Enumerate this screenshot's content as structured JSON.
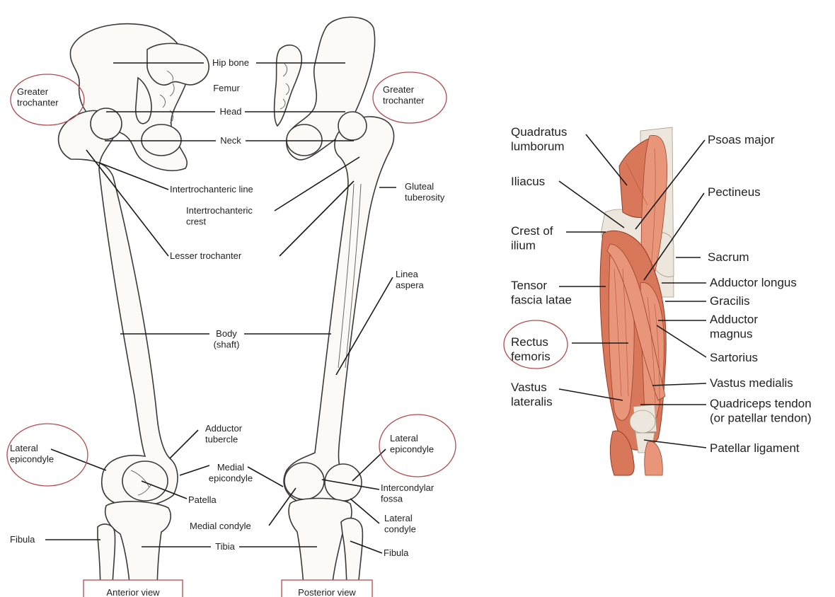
{
  "bones_figure": {
    "labels": {
      "hip_bone": "Hip bone",
      "femur": "Femur",
      "head": "Head",
      "neck": "Neck",
      "greater_trochanter_left": "Greater\ntrochanter",
      "greater_trochanter_right": "Greater\ntrochanter",
      "intertrochanteric_line": "Intertrochanteric line",
      "intertrochanteric_crest": "Intertrochanteric\ncrest",
      "gluteal_tuberosity": "Gluteal\ntuberosity",
      "lesser_trochanter": "Lesser trochanter",
      "linea_aspera": "Linea\naspera",
      "body_shaft": "Body\n(shaft)",
      "adductor_tubercle": "Adductor\ntubercle",
      "lateral_epicondyle_left": "Lateral\nepicondyle",
      "lateral_epicondyle_right": "Lateral\nepicondyle",
      "medial_epicondyle": "Medial\nepicondyle",
      "intercondylar_fossa": "Intercondylar\nfossa",
      "patella": "Patella",
      "lateral_condyle": "Lateral\ncondyle",
      "medial_condyle": "Medial condyle",
      "fibula_left": "Fibula",
      "tibia": "Tibia",
      "fibula_right": "Fibula"
    },
    "views": {
      "anterior": "Anterior view",
      "posterior": "Posterior view"
    }
  },
  "muscles_figure": {
    "labels": {
      "quadratus_lumborum": "Quadratus\nlumborum",
      "psoas_major": "Psoas major",
      "iliacus": "Iliacus",
      "pectineus": "Pectineus",
      "crest_of_ilium": "Crest of\nilium",
      "sacrum": "Sacrum",
      "adductor_longus": "Adductor longus",
      "tensor_fascia_latae": "Tensor\nfascia latae",
      "gracilis": "Gracilis",
      "adductor_magnus": "Adductor\nmagnus",
      "rectus_femoris": "Rectus\nfemoris",
      "sartorius": "Sartorius",
      "vastus_lateralis": "Vastus\nlateralis",
      "vastus_medialis": "Vastus medialis",
      "quadriceps_tendon": "Quadriceps tendon\n(or patellar tendon)",
      "patellar_ligament": "Patellar ligament"
    }
  },
  "colors": {
    "highlight_circle": "#b54a4f",
    "muscle": "#d9775a",
    "bone": "#fbfaf6"
  }
}
